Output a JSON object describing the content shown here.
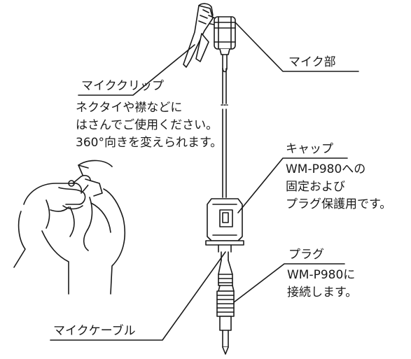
{
  "labels": {
    "mic": "マイク部",
    "clip": "マイククリップ",
    "clip_desc": [
      "ネクタイや襟などに",
      "はさんでご使用ください。",
      "360°向きを変えられます。"
    ],
    "cap": "キャップ",
    "cap_desc": [
      "WM-P980への",
      "固定および",
      "プラグ保護用です。"
    ],
    "plug": "プラグ",
    "plug_desc": [
      "WM-P980に",
      "接続します。"
    ],
    "cable": "マイクケーブル"
  },
  "colors": {
    "line": "#1a1a1a",
    "background": "#ffffff"
  }
}
